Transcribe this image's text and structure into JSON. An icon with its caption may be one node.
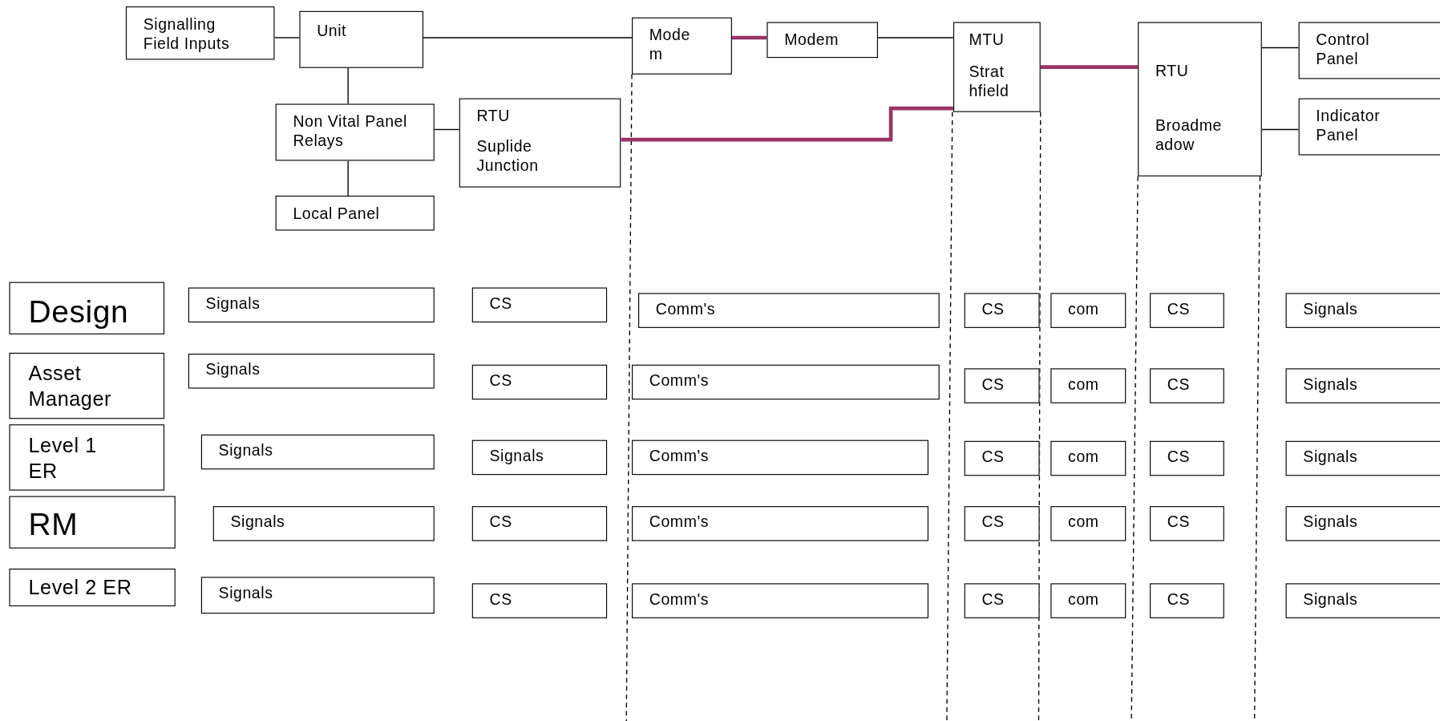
{
  "diagram": {
    "nodes": [
      {
        "text": [
          "Signalling Field Inputs"
        ]
      },
      {
        "text": [
          "Unit"
        ]
      },
      {
        "text": [
          "Mode m"
        ]
      },
      {
        "text": [
          "Modem"
        ]
      },
      {
        "text": [
          "MTU",
          "Strat hfield"
        ]
      },
      {
        "text": [
          "RTU",
          "Broadme adow"
        ]
      },
      {
        "text": [
          "Control Panel"
        ]
      },
      {
        "text": [
          "Indicator Panel"
        ]
      },
      {
        "text": [
          "Non Vital Panel Relays"
        ]
      },
      {
        "text": [
          "RTU",
          "Suplide Junction"
        ]
      },
      {
        "text": [
          "Local Panel"
        ]
      },
      {
        "text": [
          "Design"
        ]
      },
      {
        "text": [
          "Signals"
        ]
      },
      {
        "text": [
          "CS"
        ]
      },
      {
        "text": [
          "Comm's"
        ]
      },
      {
        "text": [
          "CS"
        ]
      },
      {
        "text": [
          "com"
        ]
      },
      {
        "text": [
          "CS"
        ]
      },
      {
        "text": [
          "Signals"
        ]
      },
      {
        "text": [
          "Asset Manager"
        ]
      },
      {
        "text": [
          "Signals"
        ]
      },
      {
        "text": [
          "CS"
        ]
      },
      {
        "text": [
          "Comm's"
        ]
      },
      {
        "text": [
          "CS"
        ]
      },
      {
        "text": [
          "com"
        ]
      },
      {
        "text": [
          "CS"
        ]
      },
      {
        "text": [
          "Signals"
        ]
      },
      {
        "text": [
          "Level 1 ER"
        ]
      },
      {
        "text": [
          "Signals"
        ]
      },
      {
        "text": [
          "Signals"
        ]
      },
      {
        "text": [
          "Comm's"
        ]
      },
      {
        "text": [
          "CS"
        ]
      },
      {
        "text": [
          "com"
        ]
      },
      {
        "text": [
          "CS"
        ]
      },
      {
        "text": [
          "Signals"
        ]
      },
      {
        "text": [
          "RM"
        ]
      },
      {
        "text": [
          "Signals"
        ]
      },
      {
        "text": [
          "CS"
        ]
      },
      {
        "text": [
          "Comm's"
        ]
      },
      {
        "text": [
          "CS"
        ]
      },
      {
        "text": [
          "com"
        ]
      },
      {
        "text": [
          "CS"
        ]
      },
      {
        "text": [
          "Signals"
        ]
      },
      {
        "text": [
          "Level 2 ER"
        ]
      },
      {
        "text": [
          "Signals"
        ]
      },
      {
        "text": [
          "CS"
        ]
      },
      {
        "text": [
          "Comm's"
        ]
      },
      {
        "text": [
          "CS"
        ]
      },
      {
        "text": [
          "com"
        ]
      },
      {
        "text": [
          "CS"
        ]
      },
      {
        "text": [
          "Signals"
        ]
      }
    ],
    "edges": [
      {
        "from": 0,
        "to": 1,
        "arrow": "none"
      },
      {
        "from": 1,
        "to": 2,
        "arrow": "none"
      },
      {
        "from": 2,
        "to": 3,
        "arrow": "none",
        "style": "thick",
        "color": "#993366"
      },
      {
        "from": 3,
        "to": 4,
        "arrow": "none"
      },
      {
        "from": 4,
        "to": 5,
        "arrow": "none",
        "style": "thick",
        "color": "#993366"
      },
      {
        "from": 5,
        "to": 6,
        "arrow": "none"
      },
      {
        "from": 5,
        "to": 7,
        "arrow": "none"
      },
      {
        "from": 1,
        "to": 8,
        "arrow": "none"
      },
      {
        "from": 8,
        "to": 9,
        "arrow": "none"
      },
      {
        "from": 8,
        "to": 10,
        "arrow": "none"
      },
      {
        "from": 9,
        "to": 4,
        "arrow": "none",
        "style": "thick",
        "color": "#993366"
      }
    ]
  }
}
